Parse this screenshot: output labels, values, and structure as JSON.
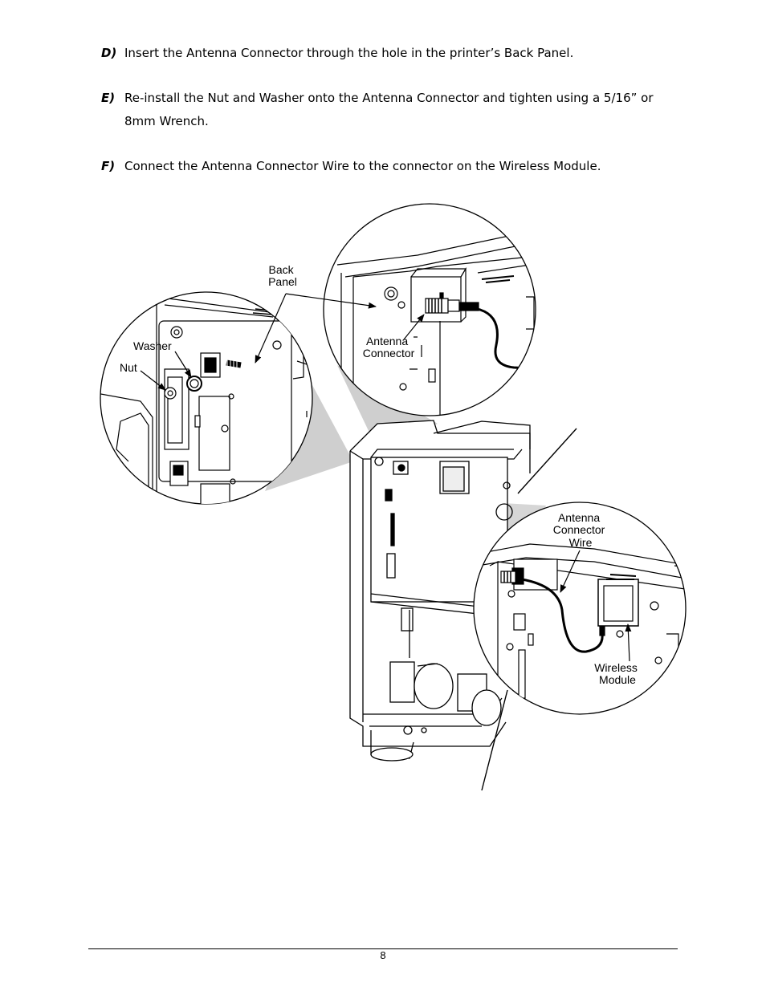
{
  "steps": [
    {
      "letter": "D)",
      "text": "Insert the Antenna Connector through the hole in the printer’s Back Panel."
    },
    {
      "letter": "E)",
      "text": "Re-install the Nut and Washer onto the Antenna Connector and tighten using a 5/16” or 8mm Wrench."
    },
    {
      "letter": "F)",
      "text": "Connect the Antenna Connector Wire to the connector on the Wireless Module."
    }
  ],
  "figure": {
    "callouts": {
      "back_panel": [
        "Back",
        "Panel"
      ],
      "antenna_connector": [
        "Antenna",
        "Connector"
      ],
      "washer": "Washer",
      "nut": "Nut",
      "antenna_connector_wire": [
        "Antenna",
        "Connector",
        "Wire"
      ],
      "wireless_module": [
        "Wireless",
        "Module"
      ]
    }
  },
  "footer": {
    "page_number": "8"
  }
}
